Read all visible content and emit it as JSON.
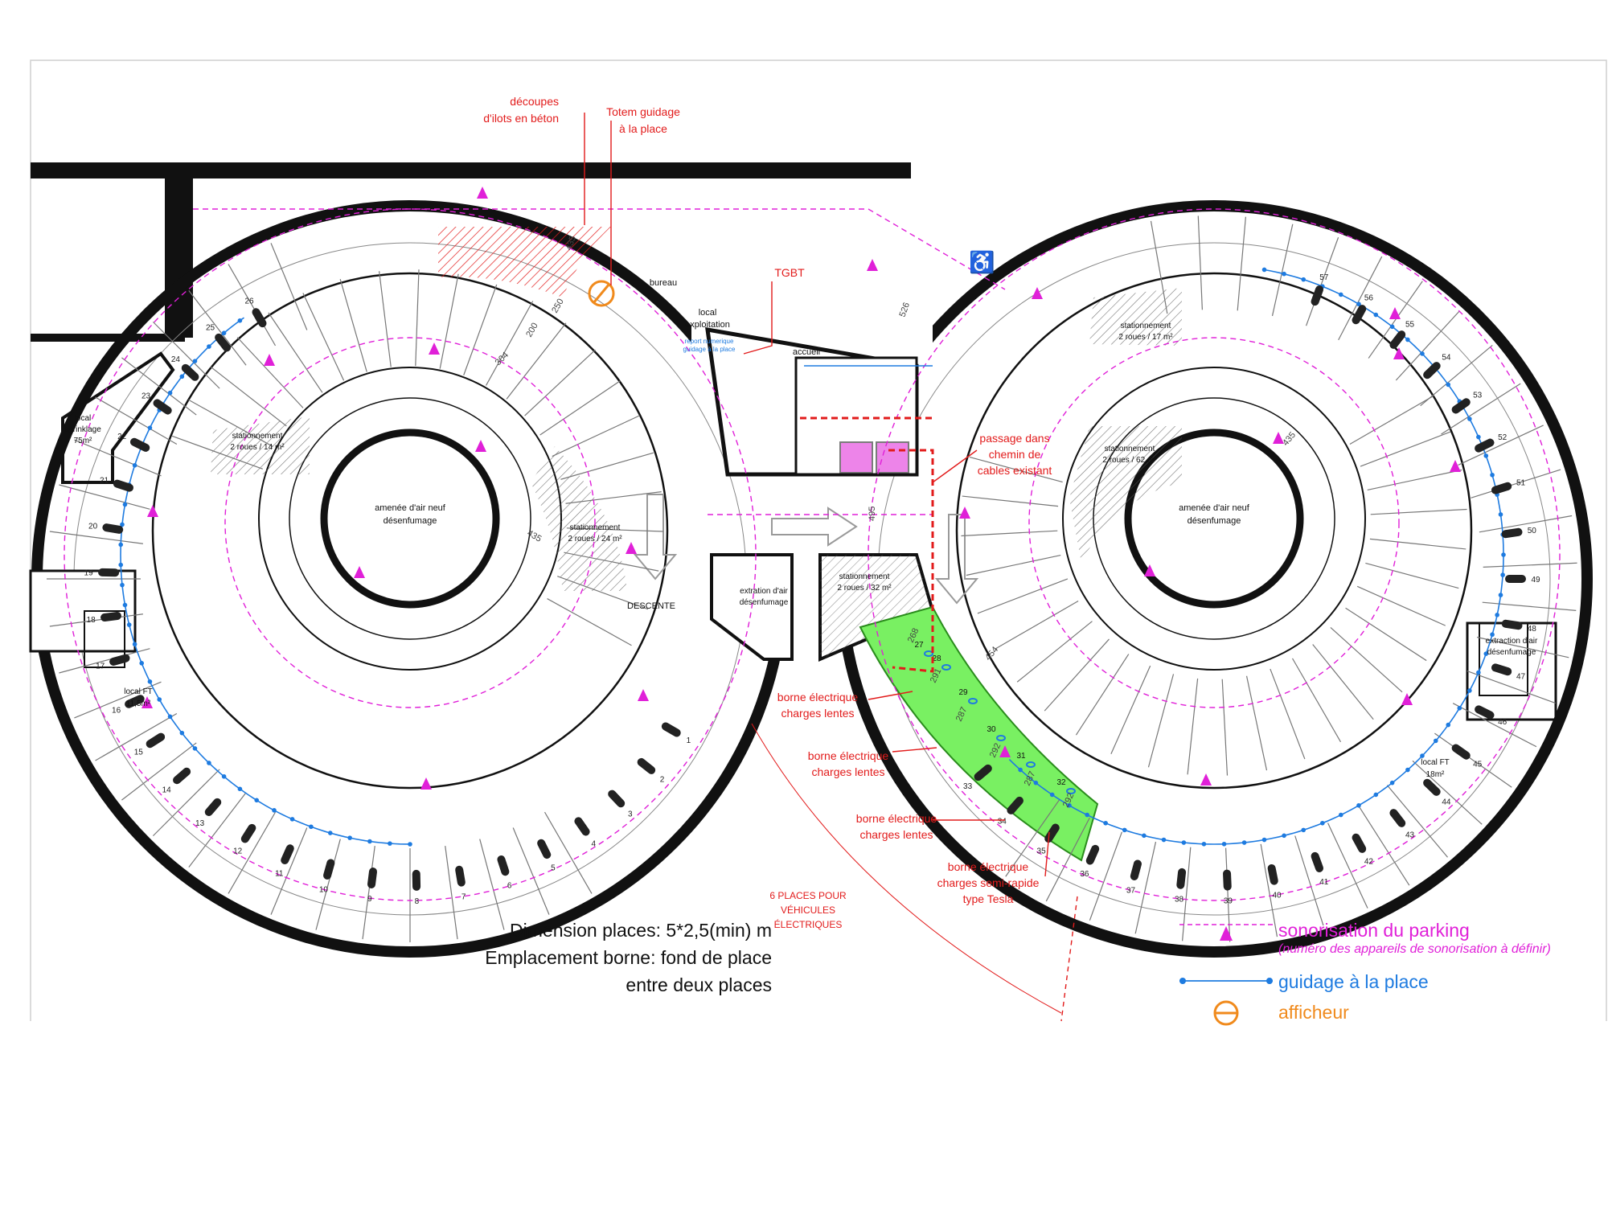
{
  "colors": {
    "wall": "#111111",
    "sonorisation": "#e020d8",
    "guidage": "#1e7be0",
    "afficheur": "#f08a1c",
    "annotation": "#e21b1b",
    "ev_zone": "#79f062"
  },
  "annotations": {
    "decoupes": [
      "découpes",
      "d'ilots en béton"
    ],
    "totem": [
      "Totem guidage",
      "à la place"
    ],
    "tgbt": "TGBT",
    "passage": [
      "passage dans",
      "chemin de",
      "cables existant"
    ],
    "borne1": [
      "borne électrique",
      "charges lentes"
    ],
    "borne2": [
      "borne électrique",
      "charges lentes"
    ],
    "borne3": [
      "borne électrique",
      "charges lentes"
    ],
    "borne4": [
      "borne électrique",
      "charges semi-rapide",
      "type Tesla"
    ],
    "ev_places": [
      "6 PLACES POUR",
      "VÉHICULES",
      "ÉLECTRIQUES"
    ]
  },
  "rooms": {
    "left_core": [
      "amenée d'air neuf",
      "désenfumage"
    ],
    "right_core": [
      "amenée d'air neuf",
      "désenfumage"
    ],
    "bureau": "bureau",
    "local_exploitation": [
      "local",
      "exploitation"
    ],
    "report": [
      "report numerique",
      "guidage à la place"
    ],
    "accueil": "accueil",
    "sprinklage": [
      "local",
      "sprinklage",
      "75m²"
    ],
    "ft_left": [
      "local FT",
      "11,5m²"
    ],
    "ft_right": [
      "local FT",
      "18m²"
    ],
    "extraction_mid": [
      "extration d'air",
      "désenfumage"
    ],
    "extraction_right": [
      "extraction d'air",
      "désenfumage"
    ],
    "st_14": [
      "stationnement",
      "2 roues / 14 m²"
    ],
    "st_24": [
      "stationnement",
      "2 roues / 24 m²"
    ],
    "st_32": [
      "stationnement",
      "2 roues / 32 m²"
    ],
    "st_17": [
      "stationnement",
      "2 roues / 17 m²"
    ],
    "st_62": [
      "stationnement",
      "2 roues / 62 m²"
    ],
    "descente": "DESCENTE"
  },
  "dimensions": [
    "435",
    "250",
    "200",
    "304",
    "526",
    "435",
    "495",
    "454",
    "435",
    "268",
    "291",
    "287",
    "292",
    "287",
    "292"
  ],
  "left_spots": [
    "1",
    "2",
    "3",
    "4",
    "5",
    "6",
    "7",
    "8",
    "9",
    "10",
    "11",
    "12",
    "13",
    "14",
    "15",
    "16",
    "17",
    "18",
    "19",
    "20",
    "21",
    "22",
    "23",
    "24",
    "25",
    "26"
  ],
  "right_spots": [
    "33",
    "34",
    "35",
    "36",
    "37",
    "38",
    "39",
    "40",
    "41",
    "42",
    "43",
    "44",
    "45",
    "46",
    "47",
    "48",
    "49",
    "50",
    "51",
    "52",
    "53",
    "54",
    "55",
    "56",
    "57"
  ],
  "ev_spots": [
    "27",
    "28",
    "29",
    "30",
    "31",
    "32"
  ],
  "notes": [
    "Dimension places: 5*2,5(min) m",
    "Emplacement borne: fond de place",
    "entre deux places"
  ],
  "legend": {
    "sonorisation": "sonorisation du parking",
    "sonorisation_note": "(numéro des appareils de sonorisation à définir)",
    "guidage": "guidage à la place",
    "afficheur": "afficheur"
  }
}
